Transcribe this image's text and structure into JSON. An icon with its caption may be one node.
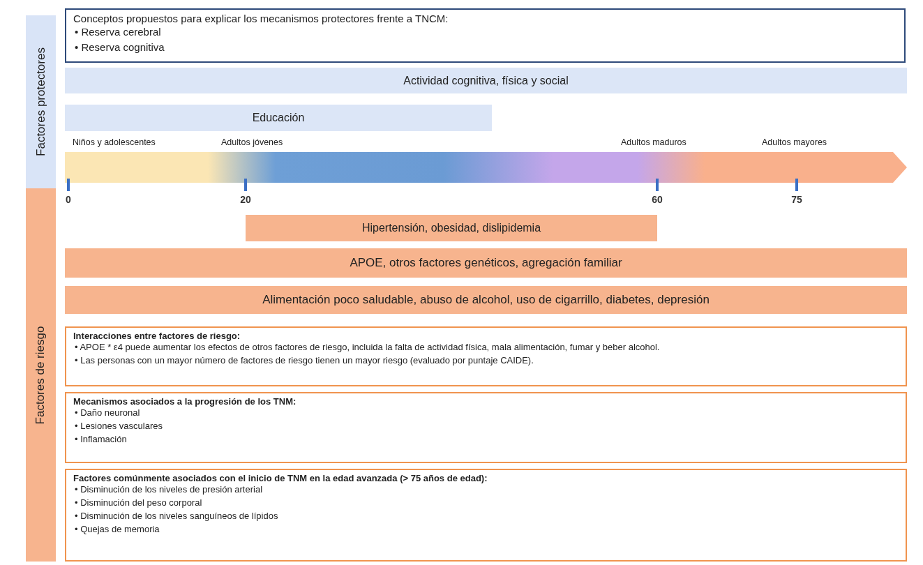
{
  "diagram": {
    "nodes": [
      {
        "text": [
          "Factores protectores"
        ]
      },
      {
        "text": [
          "Factores de riesgo"
        ]
      },
      {
        "text": [
          "Conceptos propuestos para explicar los mecanismos protectores frente a TNCM:",
          "• Reserva cerebral",
          "• Reserva cognitiva"
        ]
      },
      {
        "text": [
          "Actividad cognitiva, física y social"
        ]
      },
      {
        "text": [
          "Educación"
        ]
      },
      {
        "text": [
          "Hipertensión, obesidad, dislipidemia"
        ]
      },
      {
        "text": [
          "APOE, otros factores genéticos, agregación familiar"
        ]
      },
      {
        "text": [
          "Alimentación poco saludable, abuso de alcohol, uso de cigarrillo, diabetes, depresión"
        ]
      },
      {
        "text": [
          "Interacciones entre factores de riesgo:",
          "• APOE * ε4 puede aumentar los efectos de otros factores de riesgo, incluida la falta de actividad física, mala alimentación, fumar y beber alcohol.",
          "• Las personas con un mayor número de factores de riesgo tienen un mayor riesgo (evaluado por puntaje CAIDE)."
        ]
      },
      {
        "text": [
          "Mecanismos asociados a la progresión de los TNM:",
          "• Daño neuronal",
          "• Lesiones vasculares",
          "• Inflamación"
        ]
      },
      {
        "text": [
          "Factores comúnmente asociados con el inicio de TNM en la edad avanzada (> 75 años de edad):",
          "• Disminución de los niveles de presión arterial",
          "• Disminución del peso corporal",
          "• Disminución de los niveles sanguíneos de lípidos",
          "• Quejas de memoria"
        ]
      }
    ],
    "labels": [
      "Niños y adolescentes",
      "Adultos jóvenes",
      "Adultos maduros",
      "Adultos mayores",
      "0",
      "20",
      "60",
      "75"
    ]
  }
}
